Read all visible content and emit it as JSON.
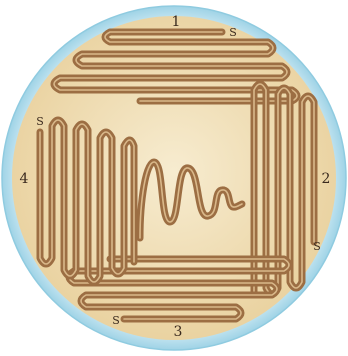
{
  "colors": {
    "plate_rim": "#bfe3f0",
    "plate_rim_edge": "#8fcbe0",
    "agar": "#eed9ab",
    "agar_center": "#f5e8c8",
    "streak": "#9c6e43",
    "streak_highlight": "#d9b88a",
    "label": "#3a2a1e"
  },
  "labels": {
    "area1": "1",
    "area2": "2",
    "area3": "3",
    "area4": "4",
    "start1": "S",
    "start2": "S",
    "start3": "S",
    "start4": "S"
  }
}
